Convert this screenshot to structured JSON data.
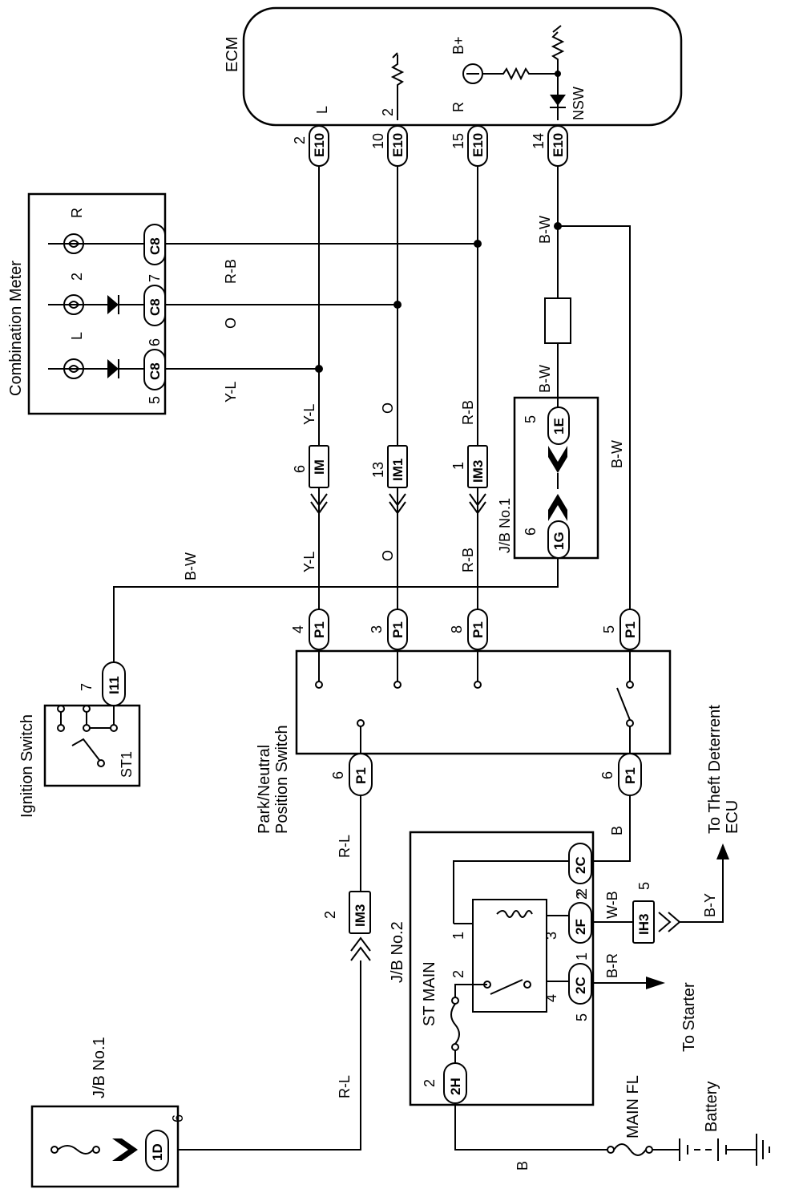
{
  "components": {
    "ecm": "ECM",
    "combination_meter": "Combination Meter",
    "ignition_switch": "Ignition Switch",
    "st1": "ST1",
    "pn_switch_line1": "Park/Neutral",
    "pn_switch_line2": "Position Switch",
    "jb1": "J/B No.1",
    "jb1_bottom": "J/B No.1",
    "jb2": "J/B No.2",
    "st_main": "ST MAIN",
    "main_fl": "MAIN FL",
    "battery": "Battery",
    "to_starter": "To Starter",
    "to_theft_line1": "To Theft Deterrent",
    "to_theft_line2": "ECU"
  },
  "ecm_pins": {
    "L": "L",
    "two": "2",
    "R": "R",
    "NSW": "NSW",
    "Bplus": "B+"
  },
  "connectors": {
    "e10": "E10",
    "c8": "C8",
    "p1": "P1",
    "i11": "I11",
    "im": "IM",
    "im1": "IM1",
    "im3": "IM3",
    "ih3": "IH3",
    "c1e": "1E",
    "c1g": "1G",
    "c1d": "1D",
    "c2h": "2H",
    "c2c": "2C",
    "c2f": "2F"
  },
  "pin_numbers": {
    "e10_a": "2",
    "e10_b": "10",
    "e10_c": "15",
    "e10_d": "14",
    "c8_a": "5",
    "c8_b": "6",
    "c8_c": "7",
    "lamp_L": "L",
    "lamp_2": "2",
    "lamp_R": "R",
    "i11": "7",
    "im": "6",
    "im1": "13",
    "im3_top": "1",
    "im3_bottom": "2",
    "ih3": "5",
    "p1_a": "4",
    "p1_b": "3",
    "p1_c": "8",
    "p1_d": "5",
    "p1_e": "6",
    "p1_f": "6",
    "c1e": "5",
    "c1g": "6",
    "c1d": "6",
    "c2h": "2",
    "c2c_top": "2",
    "c2f": "2",
    "c2c_bottom": "5",
    "relay_1": "1",
    "relay_2": "2",
    "relay_3": "3",
    "relay_4": "4",
    "c2f_side": "3",
    "c2c_side": "1",
    "c2c_side4": "4"
  },
  "wire_colors": {
    "yl_1": "Y-L",
    "yl_2": "Y-L",
    "yl_3": "Y-L",
    "o_1": "O",
    "o_2": "O",
    "o_3": "O",
    "rb_1": "R-B",
    "rb_2": "R-B",
    "rb_3": "R-B",
    "bw_1": "B-W",
    "bw_2": "B-W",
    "bw_3": "B-W",
    "bw_4": "B-W",
    "rl_1": "R-L",
    "rl_2": "R-L",
    "b_1": "B",
    "b_2": "B",
    "wb": "W-B",
    "by": "B-Y",
    "br": "B-R"
  }
}
